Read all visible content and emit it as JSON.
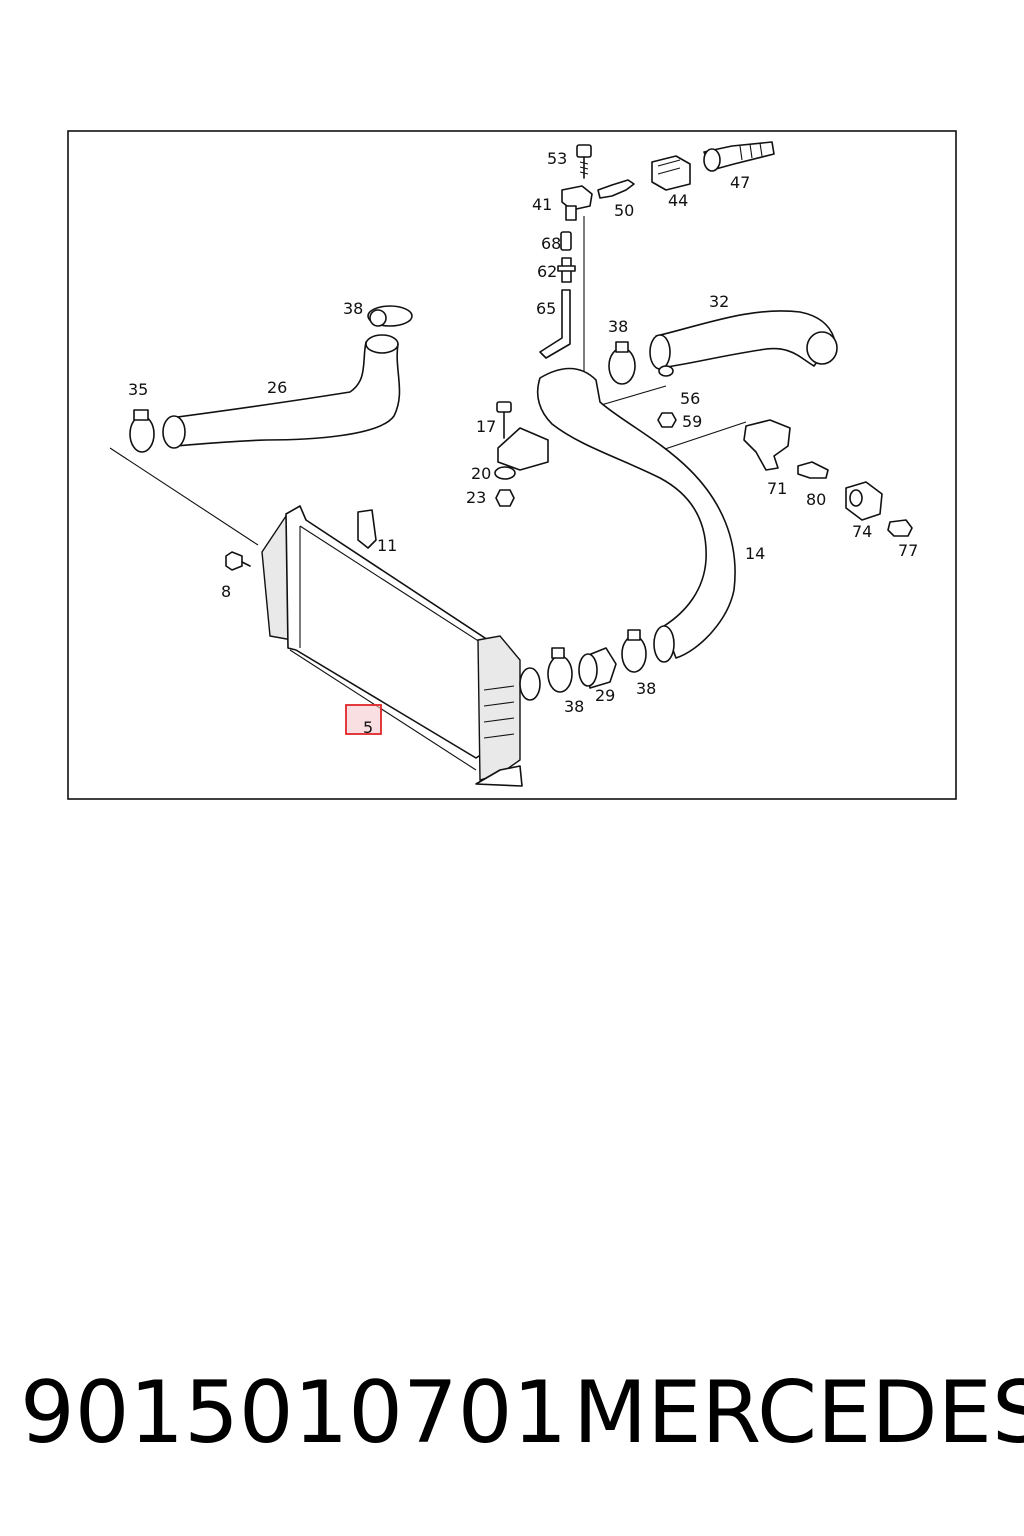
{
  "diagram": {
    "labels": {
      "l53": "53",
      "l41": "41",
      "l50": "50",
      "l44": "44",
      "l47": "47",
      "l68": "68",
      "l62": "62",
      "l65": "65",
      "l38a": "38",
      "l38b": "38",
      "l32": "32",
      "l35": "35",
      "l26": "26",
      "l56": "56",
      "l59": "59",
      "l17": "17",
      "l20": "20",
      "l23": "23",
      "l71": "71",
      "l80": "80",
      "l74": "74",
      "l77": "77",
      "l11": "11",
      "l8": "8",
      "l14": "14",
      "l38c": "38",
      "l29": "29",
      "l38d": "38",
      "l5": "5"
    },
    "highlight_color": "#e0262a",
    "highlight_fill": "#f6c9cf",
    "highlighted_part": "5"
  },
  "caption": {
    "part_number": "9015010701",
    "brand": "MERCEDES"
  }
}
